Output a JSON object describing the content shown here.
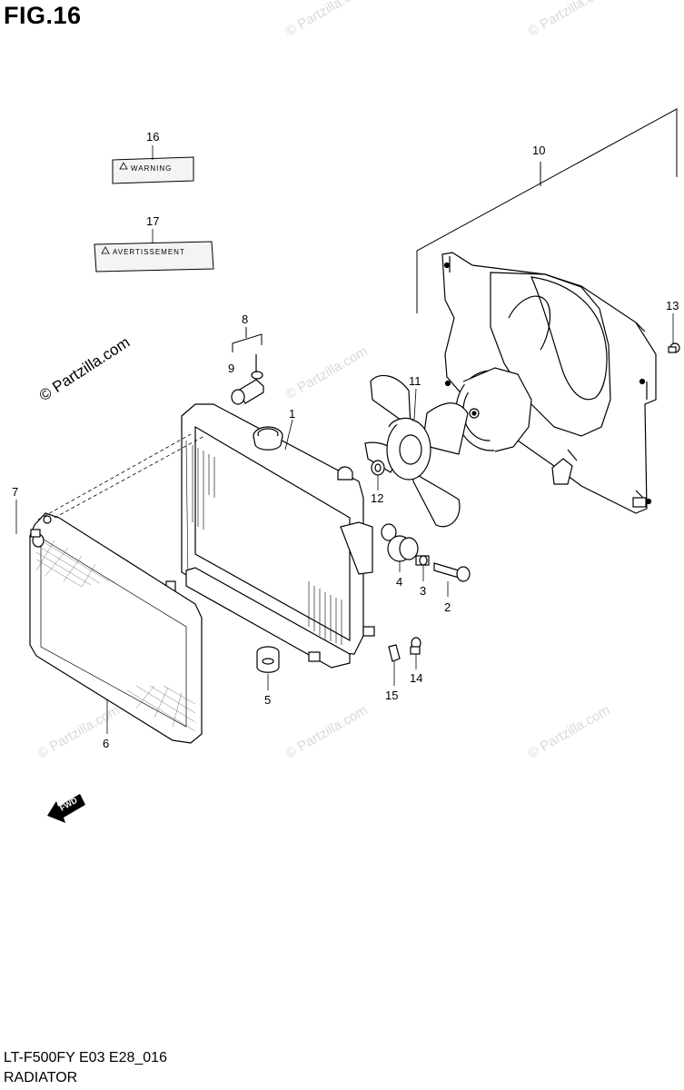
{
  "figure": {
    "title": "FIG.16",
    "footer_code": "LT-F500FY E03 E28_016",
    "footer_name": "RADIATOR"
  },
  "watermark": {
    "text": "© Partzilla.com",
    "color": "#d9d9d9"
  },
  "decals": {
    "warning_text": "WARNING",
    "avertissement_text": "AVERTISSEMENT"
  },
  "fwd_arrow": {
    "text": "FWD"
  },
  "callouts": [
    "1",
    "2",
    "3",
    "4",
    "5",
    "6",
    "7",
    "8",
    "9",
    "10",
    "11",
    "12",
    "13",
    "14",
    "15",
    "16",
    "17"
  ]
}
